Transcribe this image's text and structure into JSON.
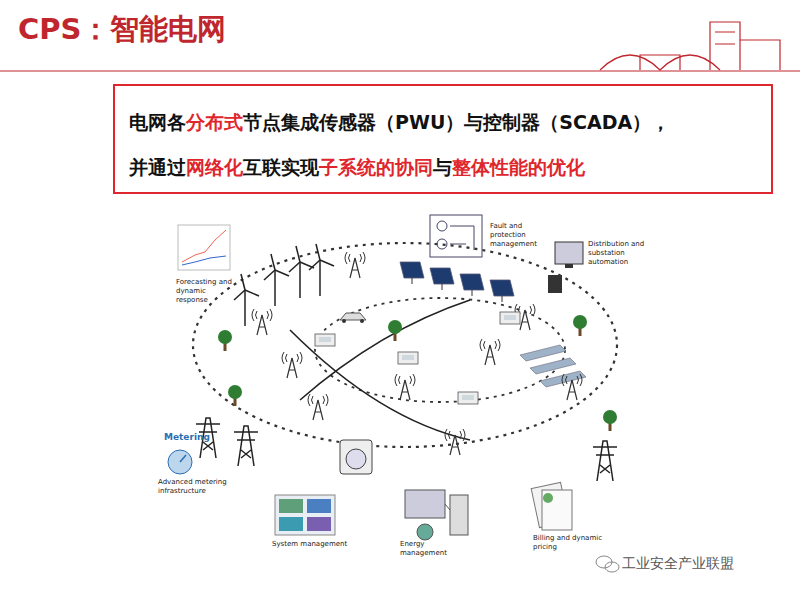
{
  "diagram": {
    "title": "CPS：智能电网",
    "nodes": [
      {
        "text": [
          "电网各",
          "分布式",
          "节点集成传感器（PWU）与控制器（SCADA），",
          "并通过",
          "网络化",
          "互联实现",
          "子系统的协同",
          "与",
          "整体性能的优化"
        ]
      }
    ],
    "labels": [
      "Forecasting and dynamic response",
      "Fault and protection management",
      "Distribution and substation automation",
      "Metering",
      "Advanced metering infrastructure",
      "System management",
      "Energy management",
      "Billing and dynamic pricing",
      "工业安全产业联盟"
    ]
  }
}
